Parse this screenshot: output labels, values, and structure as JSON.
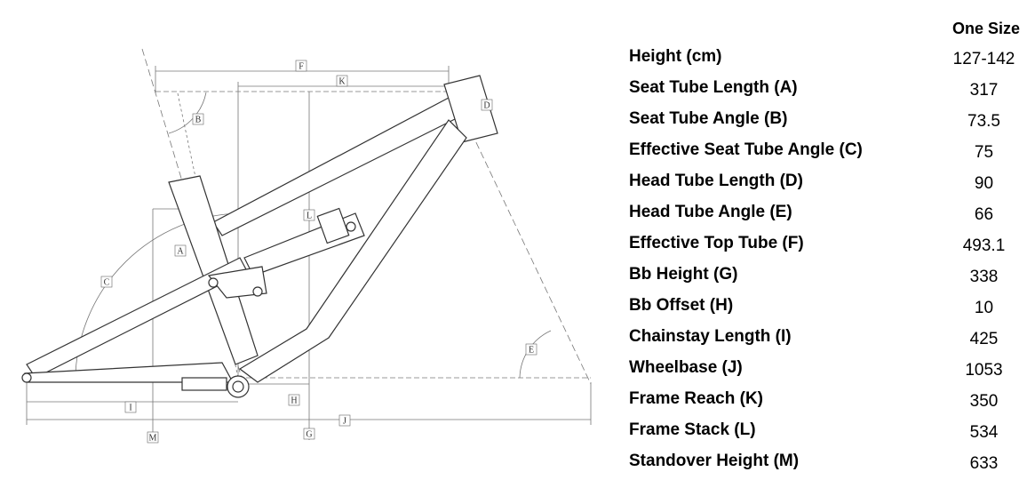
{
  "table": {
    "column_header": "One Size",
    "rows": [
      {
        "label": "Height (cm)",
        "value": "127-142"
      },
      {
        "label": "Seat Tube Length (A)",
        "value": "317"
      },
      {
        "label": "Seat Tube Angle (B)",
        "value": "73.5"
      },
      {
        "label": "Effective Seat Tube Angle (C)",
        "value": "75"
      },
      {
        "label": "Head Tube Length (D)",
        "value": "90"
      },
      {
        "label": "Head Tube Angle (E)",
        "value": "66"
      },
      {
        "label": "Effective Top Tube (F)",
        "value": "493.1"
      },
      {
        "label": "Bb Height (G)",
        "value": "338"
      },
      {
        "label": "Bb Offset (H)",
        "value": "10"
      },
      {
        "label": "Chainstay Length (I)",
        "value": "425"
      },
      {
        "label": "Wheelbase (J)",
        "value": "1053"
      },
      {
        "label": "Frame Reach (K)",
        "value": "350"
      },
      {
        "label": "Frame Stack (L)",
        "value": "534"
      },
      {
        "label": "Standover Height (M)",
        "value": "633"
      }
    ]
  },
  "diagram": {
    "labels": {
      "A": "A",
      "B": "B",
      "C": "C",
      "D": "D",
      "E": "E",
      "F": "F",
      "G": "G",
      "H": "H",
      "I": "I",
      "J": "J",
      "K": "K",
      "L": "L",
      "M": "M"
    }
  }
}
